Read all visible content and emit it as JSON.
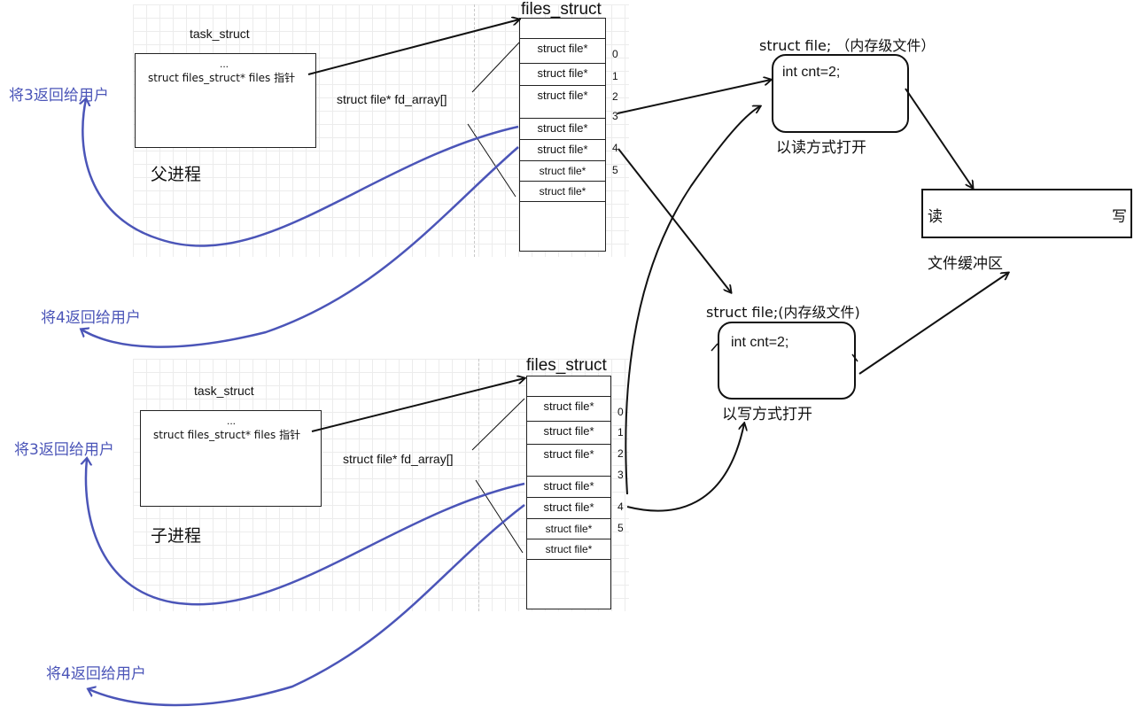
{
  "parent": {
    "task_struct_label": "task_struct",
    "ellipsis": "...",
    "files_field": "struct files_struct* files 指针",
    "process_label": "父进程",
    "fd_array_label": "struct file* fd_array[]",
    "files_struct_title": "files_struct",
    "cells": [
      "struct file*",
      "struct file*",
      "struct file*",
      "struct file*",
      "struct file*",
      "struct file*",
      "struct file*"
    ],
    "indices": [
      "0",
      "1",
      "2",
      "3",
      "4",
      "5"
    ],
    "return3": "将3返回给用户",
    "return4": "将4返回给用户"
  },
  "child": {
    "task_struct_label": "task_struct",
    "ellipsis": "...",
    "files_field": "struct files_struct* files 指针",
    "process_label": "子进程",
    "fd_array_label": "struct file* fd_array[]",
    "files_struct_title": "files_struct",
    "cells": [
      "struct file*",
      "struct file*",
      "struct file*",
      "struct file*",
      "struct file*",
      "struct file*",
      "struct file*"
    ],
    "indices": [
      "0",
      "1",
      "2",
      "3",
      "4",
      "5"
    ],
    "return3": "将3返回给用户",
    "return4": "将4返回给用户"
  },
  "read_file": {
    "title": "struct file; （内存级文件）",
    "content": "int cnt=2;",
    "mode": "以读方式打开"
  },
  "write_file": {
    "title": "struct file;(内存级文件)",
    "content": "int cnt=2;",
    "mode": "以写方式打开"
  },
  "buffer": {
    "read": "读",
    "write": "写",
    "label": "文件缓冲区"
  },
  "colors": {
    "blue_arrow": "#4b55b8",
    "black_arrow": "#111111"
  }
}
